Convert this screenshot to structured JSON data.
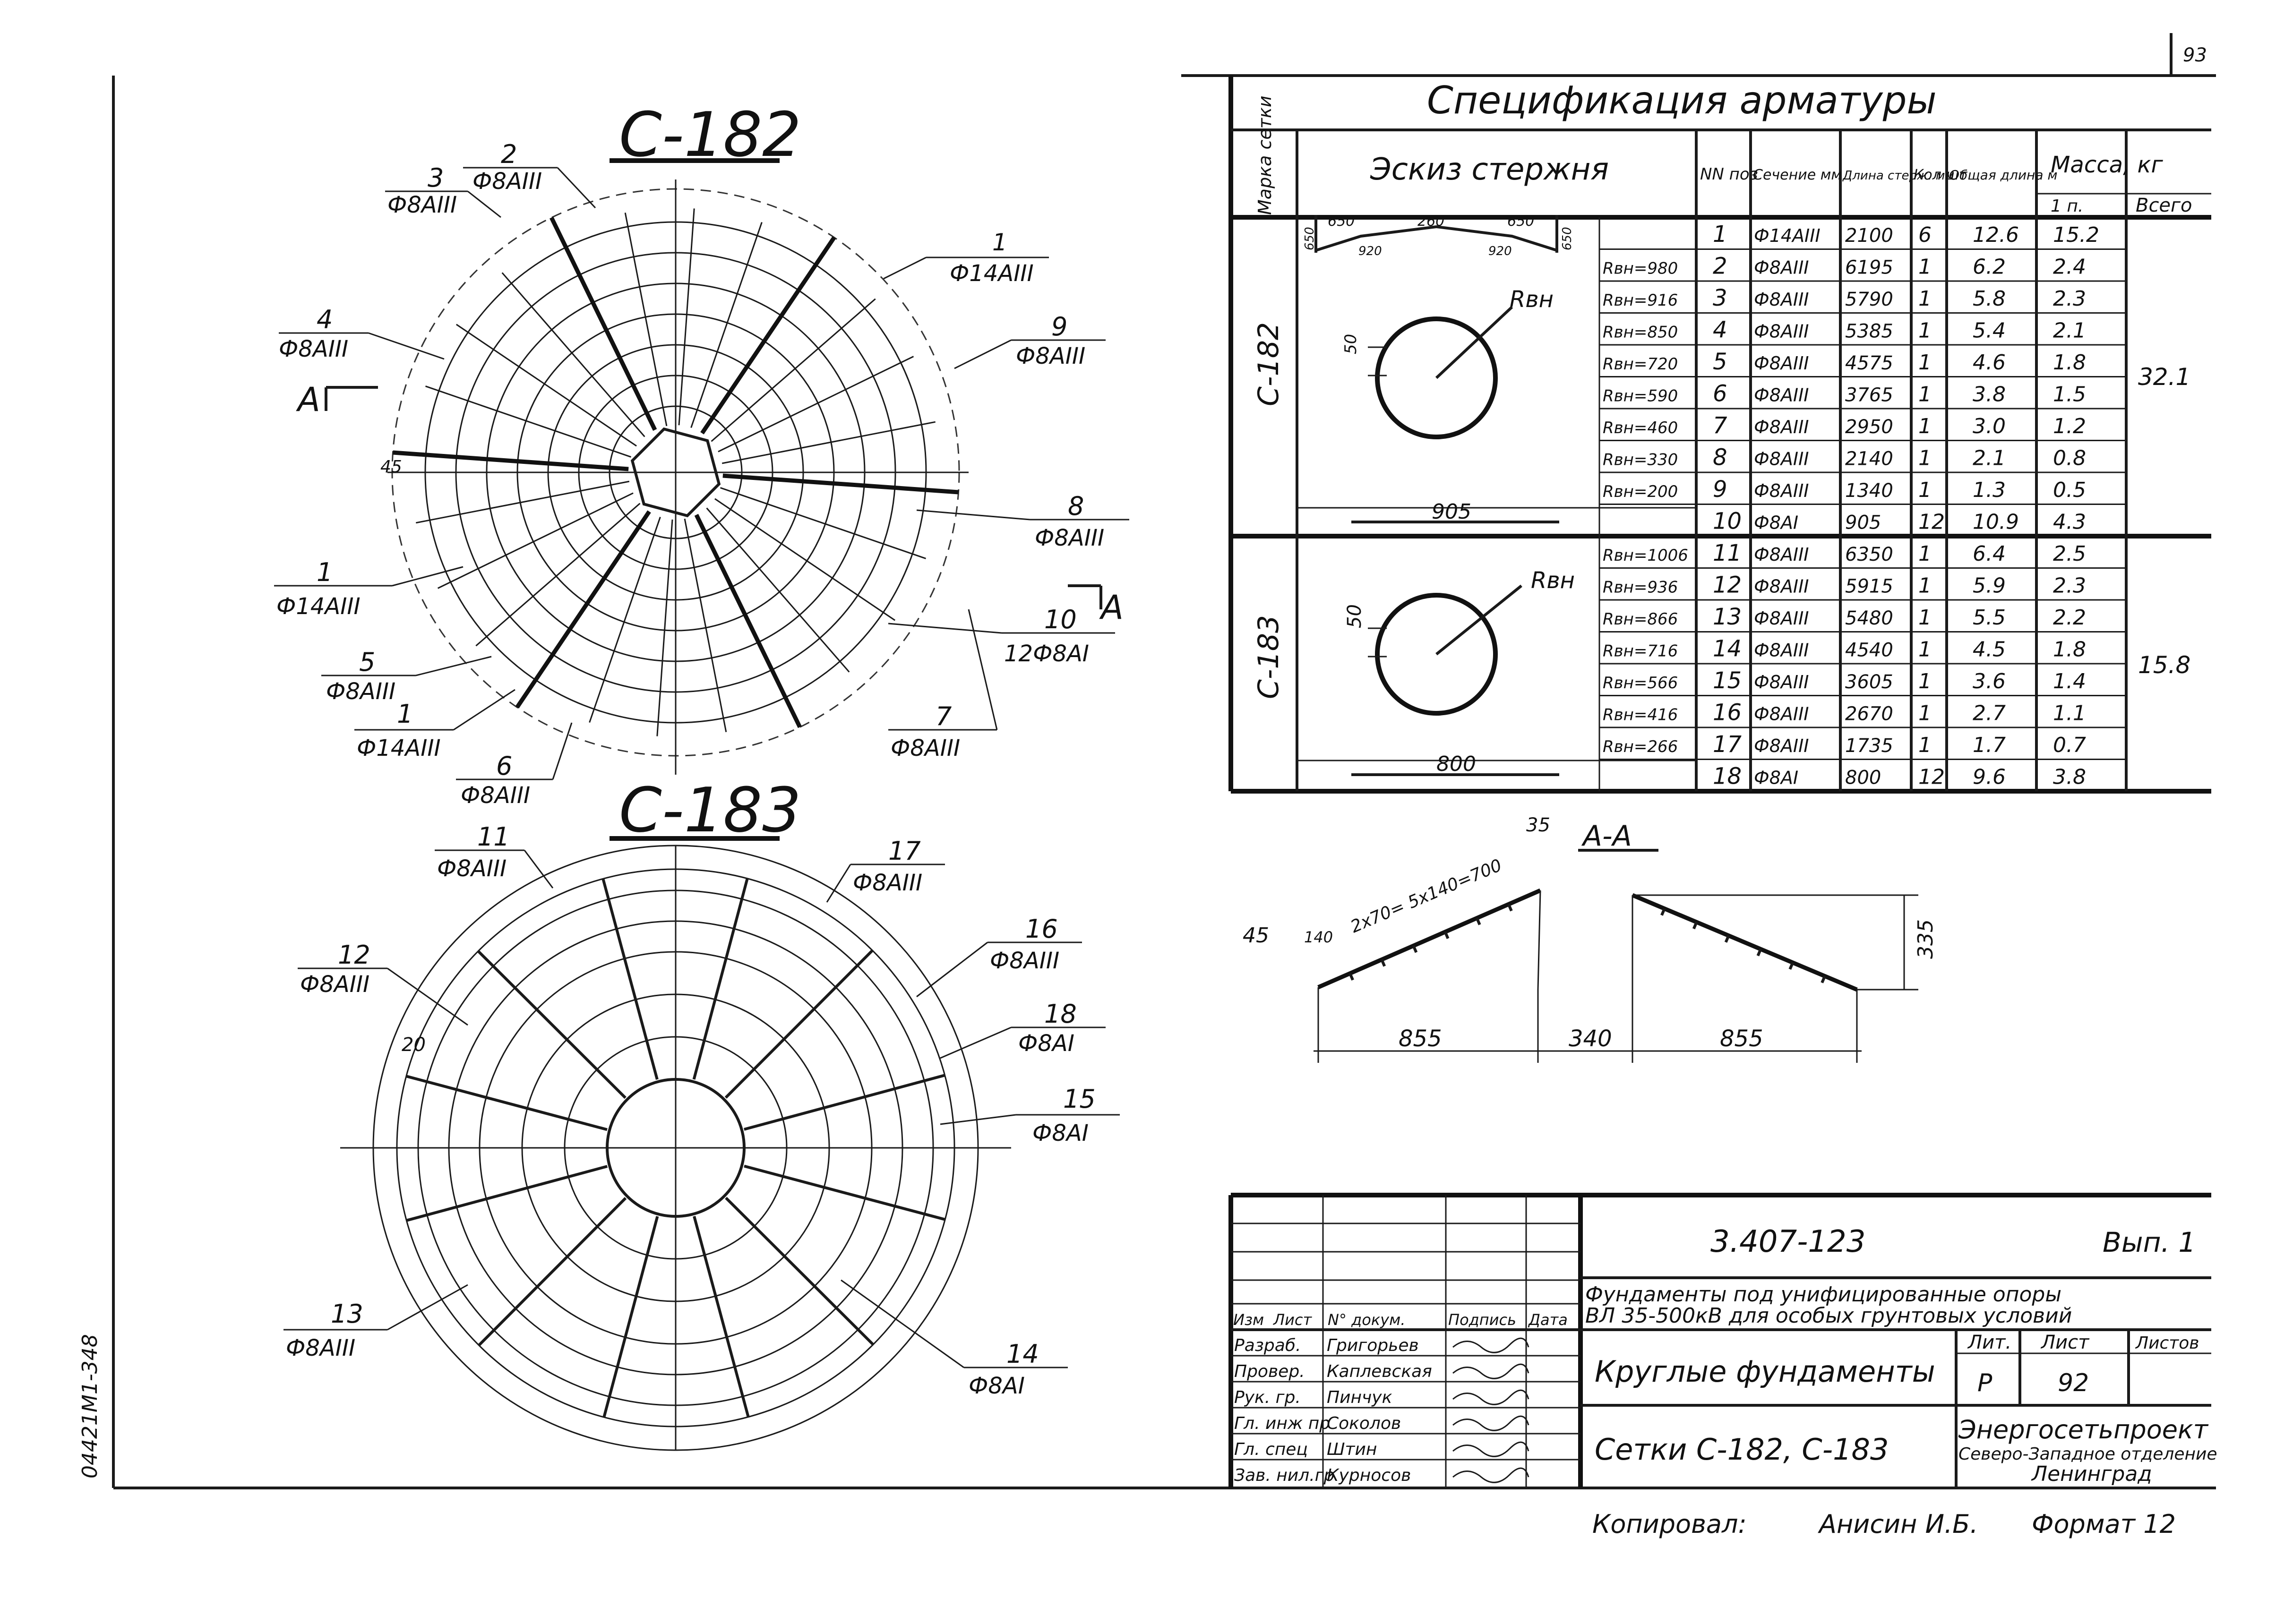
{
  "page_number": "93",
  "drawings": {
    "c182": {
      "title": "С-182",
      "callouts": [
        {
          "num": "2",
          "spec": "Ф8АIII"
        },
        {
          "num": "3",
          "spec": "Ф8АIII"
        },
        {
          "num": "1",
          "spec": "Ф14АIII"
        },
        {
          "num": "4",
          "spec": "Ф8АIII"
        },
        {
          "num": "9",
          "spec": "Ф8АIII"
        },
        {
          "num": "8",
          "spec": "Ф8АIII"
        },
        {
          "num": "1",
          "spec": "Ф14АIII"
        },
        {
          "num": "10",
          "spec": "12Ф8АI"
        },
        {
          "num": "5",
          "spec": "Ф8АIII"
        },
        {
          "num": "1",
          "spec": "Ф14АIII"
        },
        {
          "num": "7",
          "spec": "Ф8АIII"
        },
        {
          "num": "6",
          "spec": "Ф8АIII"
        }
      ],
      "section_left": "А",
      "section_right": "А",
      "dim_45": "45"
    },
    "c183": {
      "title": "С-183",
      "callouts": [
        {
          "num": "11",
          "spec": "Ф8АIII"
        },
        {
          "num": "17",
          "spec": "Ф8АIII"
        },
        {
          "num": "12",
          "spec": "Ф8АIII"
        },
        {
          "num": "16",
          "spec": "Ф8АIII"
        },
        {
          "num": "18",
          "spec": "Ф8АI"
        },
        {
          "num": "15",
          "spec": "Ф8АI"
        },
        {
          "num": "13",
          "spec": "Ф8АIII"
        },
        {
          "num": "14",
          "spec": "Ф8АI"
        }
      ],
      "dim_20": "20"
    }
  },
  "spec_table": {
    "title": "Спецификация арматуры",
    "headers": {
      "mark": "Марка сетки",
      "sketch": "Эскиз стержня",
      "pos": "NN поз",
      "section": "Сечение мм",
      "length": "Длина стерж. мм",
      "qty": "Кол шт",
      "total_length": "Общая длина м",
      "mass": "Масса, кг",
      "mass_item": "1 п.",
      "mass_total": "Всего"
    },
    "groups": [
      {
        "mark": "С-182",
        "total_mass": "32.1",
        "sketch_dims": {
          "top": [
            "650",
            "650",
            "260",
            "650",
            "650"
          ],
          "sub": [
            "920",
            "920"
          ],
          "d50": "50",
          "r_label": "Rвн",
          "base": "905"
        },
        "rows": [
          {
            "radius": "",
            "pos": "1",
            "section": "Ф14АIII",
            "length": "2100",
            "qty": "6",
            "total": "12.6",
            "mass": "15.2"
          },
          {
            "radius": "Rвн=980",
            "pos": "2",
            "section": "Ф8АIII",
            "length": "6195",
            "qty": "1",
            "total": "6.2",
            "mass": "2.4"
          },
          {
            "radius": "Rвн=916",
            "pos": "3",
            "section": "Ф8АIII",
            "length": "5790",
            "qty": "1",
            "total": "5.8",
            "mass": "2.3"
          },
          {
            "radius": "Rвн=850",
            "pos": "4",
            "section": "Ф8АIII",
            "length": "5385",
            "qty": "1",
            "total": "5.4",
            "mass": "2.1"
          },
          {
            "radius": "Rвн=720",
            "pos": "5",
            "section": "Ф8АIII",
            "length": "4575",
            "qty": "1",
            "total": "4.6",
            "mass": "1.8"
          },
          {
            "radius": "Rвн=590",
            "pos": "6",
            "section": "Ф8АIII",
            "length": "3765",
            "qty": "1",
            "total": "3.8",
            "mass": "1.5"
          },
          {
            "radius": "Rвн=460",
            "pos": "7",
            "section": "Ф8АIII",
            "length": "2950",
            "qty": "1",
            "total": "3.0",
            "mass": "1.2"
          },
          {
            "radius": "Rвн=330",
            "pos": "8",
            "section": "Ф8АIII",
            "length": "2140",
            "qty": "1",
            "total": "2.1",
            "mass": "0.8"
          },
          {
            "radius": "Rвн=200",
            "pos": "9",
            "section": "Ф8АIII",
            "length": "1340",
            "qty": "1",
            "total": "1.3",
            "mass": "0.5"
          },
          {
            "radius": "",
            "pos": "10",
            "section": "Ф8АI",
            "length": "905",
            "qty": "12",
            "total": "10.9",
            "mass": "4.3"
          }
        ]
      },
      {
        "mark": "С-183",
        "total_mass": "15.8",
        "sketch_dims": {
          "d50": "50",
          "r_label": "Rвн",
          "base": "800"
        },
        "rows": [
          {
            "radius": "Rвн=1006",
            "pos": "11",
            "section": "Ф8АIII",
            "length": "6350",
            "qty": "1",
            "total": "6.4",
            "mass": "2.5"
          },
          {
            "radius": "Rвн=936",
            "pos": "12",
            "section": "Ф8АIII",
            "length": "5915",
            "qty": "1",
            "total": "5.9",
            "mass": "2.3"
          },
          {
            "radius": "Rвн=866",
            "pos": "13",
            "section": "Ф8АIII",
            "length": "5480",
            "qty": "1",
            "total": "5.5",
            "mass": "2.2"
          },
          {
            "radius": "Rвн=716",
            "pos": "14",
            "section": "Ф8АIII",
            "length": "4540",
            "qty": "1",
            "total": "4.5",
            "mass": "1.8"
          },
          {
            "radius": "Rвн=566",
            "pos": "15",
            "section": "Ф8АIII",
            "length": "3605",
            "qty": "1",
            "total": "3.6",
            "mass": "1.4"
          },
          {
            "radius": "Rвн=416",
            "pos": "16",
            "section": "Ф8АIII",
            "length": "2670",
            "qty": "1",
            "total": "2.7",
            "mass": "1.1"
          },
          {
            "radius": "Rвн=266",
            "pos": "17",
            "section": "Ф8АIII",
            "length": "1735",
            "qty": "1",
            "total": "1.7",
            "mass": "0.7"
          },
          {
            "radius": "",
            "pos": "18",
            "section": "Ф8АI",
            "length": "800",
            "qty": "12",
            "total": "9.6",
            "mass": "3.8"
          }
        ]
      }
    ]
  },
  "section_view": {
    "title": "А-А",
    "dim_top": "2х70= 5х140=700",
    "dim_35": "35",
    "dim_45": "45",
    "dim_140": "140",
    "dim_335": "335",
    "dim_855_left": "855",
    "dim_340": "340",
    "dim_855_right": "855"
  },
  "title_block": {
    "doc_number": "3.407-123",
    "issue": "Вып. 1",
    "project_desc_1": "Фундаменты под унифицированные опоры",
    "project_desc_2": "ВЛ 35-500кВ для особых грунтовых условий",
    "sheet_name": "Круглые фундаменты",
    "drawing_name": "Сетки С-182, С-183",
    "col_headers": [
      "Изм",
      "Лист",
      "N° докум.",
      "Подпись",
      "Дата"
    ],
    "staff": [
      {
        "role": "Разраб.",
        "name": "Григорьев"
      },
      {
        "role": "Провер.",
        "name": "Каплевская"
      },
      {
        "role": "Рук. гр.",
        "name": "Пинчук"
      },
      {
        "role": "Гл. инж пр",
        "name": "Соколов"
      },
      {
        "role": "Гл. спец",
        "name": "Штин"
      },
      {
        "role": "Зав. нил.гр",
        "name": "Курносов"
      }
    ],
    "lit_label": "Лит.",
    "sheet_label": "Лист",
    "sheets_label": "Листов",
    "lit_value": "Р",
    "sheet_value": "92",
    "org_name": "Энергосетьпроект",
    "org_branch": "Северо-Западное отделение",
    "org_city": "Ленинград"
  },
  "footer": {
    "copied_by": "Копировал:",
    "copier": "Анисин И.Б.",
    "format": "Формат 12"
  },
  "side_stamp": "04421М1-348"
}
